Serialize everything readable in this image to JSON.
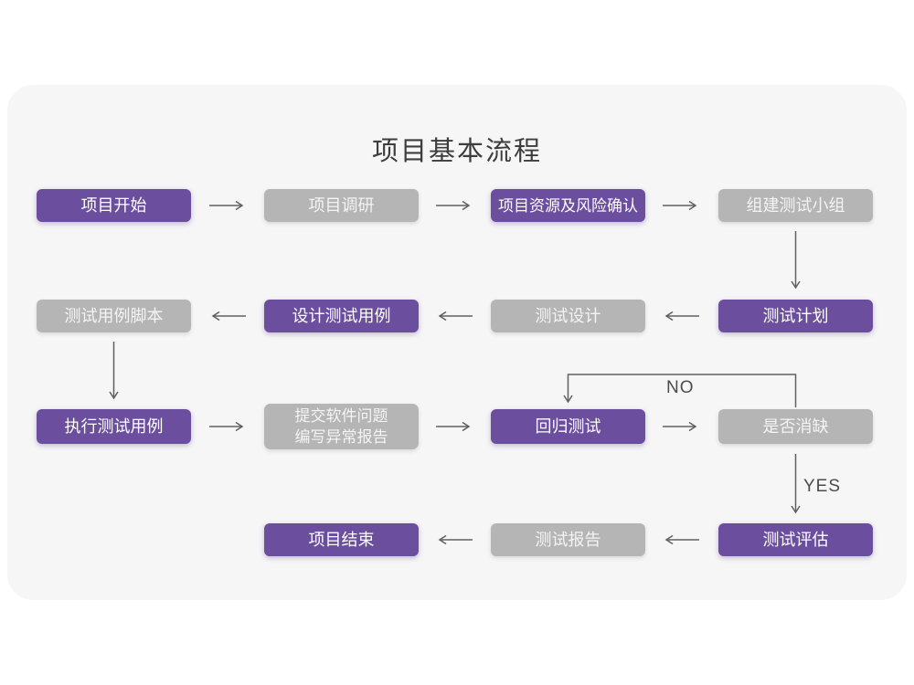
{
  "title": "项目基本流程",
  "flow_labels": {
    "no": "NO",
    "yes": "YES"
  },
  "colors": {
    "purple_node": "#6b4e9d",
    "gray_node": "#b5b5b5",
    "card_background": "#f6f6f7",
    "page_background": "#ffffff",
    "arrow": "#606060",
    "title_text": "#3d3d3d"
  },
  "nodes": {
    "project_start": {
      "label": "项目开始"
    },
    "project_research": {
      "label": "项目调研"
    },
    "resources_risk": {
      "label": "项目资源及风险确认"
    },
    "build_test_team": {
      "label": "组建测试小组"
    },
    "test_plan": {
      "label": "测试计划"
    },
    "test_design": {
      "label": "测试设计"
    },
    "design_test_cases": {
      "label": "设计测试用例"
    },
    "test_case_script": {
      "label": "测试用例脚本"
    },
    "execute_test_cases": {
      "label": "执行测试用例"
    },
    "submit_issue_report": {
      "line1": "提交软件问题",
      "line2": "编写异常报告"
    },
    "regression_test": {
      "label": "回归测试"
    },
    "defect_check": {
      "label": "是否消缺"
    },
    "test_evaluation": {
      "label": "测试评估"
    },
    "test_report": {
      "label": "测试报告"
    },
    "project_end": {
      "label": "项目结束"
    }
  }
}
